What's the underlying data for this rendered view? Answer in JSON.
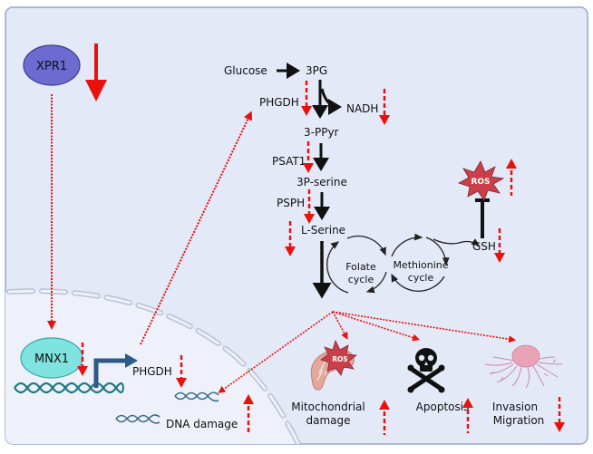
{
  "title": "XPR1-MNX1-PHGDH serine synthesis pathway diagram",
  "colors": {
    "panel_bg": "#e4e9f7",
    "nucleus_bg": "#eef1f9",
    "panel_border": "#9aa6c8",
    "xpr1_fill": "#6c6cd0",
    "mnx1_fill": "#7fe3e0",
    "arrow_red": "#e8110e",
    "promoter_arrow": "#2d5b86",
    "dna": "#1f7a82",
    "ros_fill": "#c9404a"
  },
  "nodes": {
    "xpr1": "XPR1",
    "mnx1": "MNX1",
    "glucose": "Glucose",
    "p3g": "3PG",
    "phgdh_enzyme": "PHGDH",
    "nadh": "NADH",
    "ppyr": "3-PPyr",
    "psat1": "PSAT1",
    "pserine": "3P-serine",
    "psph": "PSPH",
    "lserine": "L-Serine",
    "folate_1": "Folate",
    "folate_2": "cycle",
    "methionine_1": "Methionine",
    "methionine_2": "cycle",
    "gsh": "GSH",
    "ros": "ROS",
    "phgdh_gene": "PHGDH",
    "dna_damage": "DNA damage"
  },
  "outcomes": {
    "mito_1": "Mitochondrial",
    "mito_2": "damage",
    "mito_ros": "ROS",
    "apoptosis": "Apoptosis",
    "invasion_1": "Invasion",
    "invasion_2": "Migration"
  },
  "regulation": {
    "xpr1": "down",
    "phgdh_enzyme": "down",
    "nadh": "down",
    "psat1": "down",
    "psph": "down",
    "lserine": "down",
    "gsh": "down",
    "ros": "up",
    "mnx1": "down",
    "phgdh_gene": "down",
    "dna_damage": "up",
    "mitochondrial_damage": "up",
    "apoptosis": "up",
    "invasion_migration": "down"
  }
}
